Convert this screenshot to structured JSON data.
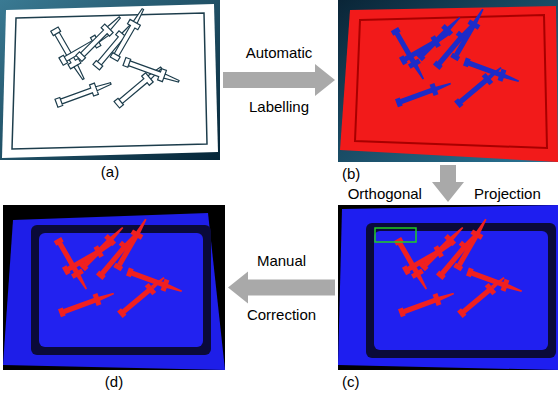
{
  "diagram": {
    "nodes": [
      {
        "text": [
          "(a)"
        ]
      },
      {
        "text": [
          "(b)"
        ]
      },
      {
        "text": [
          "(c)"
        ]
      },
      {
        "text": [
          "(d)"
        ]
      }
    ],
    "edges": [
      {
        "from": 0,
        "to": 1,
        "arrow": "to",
        "label": "Automatic Labelling"
      },
      {
        "from": 1,
        "to": 2,
        "arrow": "to",
        "label": "Orthogonal Projection"
      },
      {
        "from": 2,
        "to": 3,
        "arrow": "to",
        "label": "Manual Correction"
      }
    ]
  }
}
